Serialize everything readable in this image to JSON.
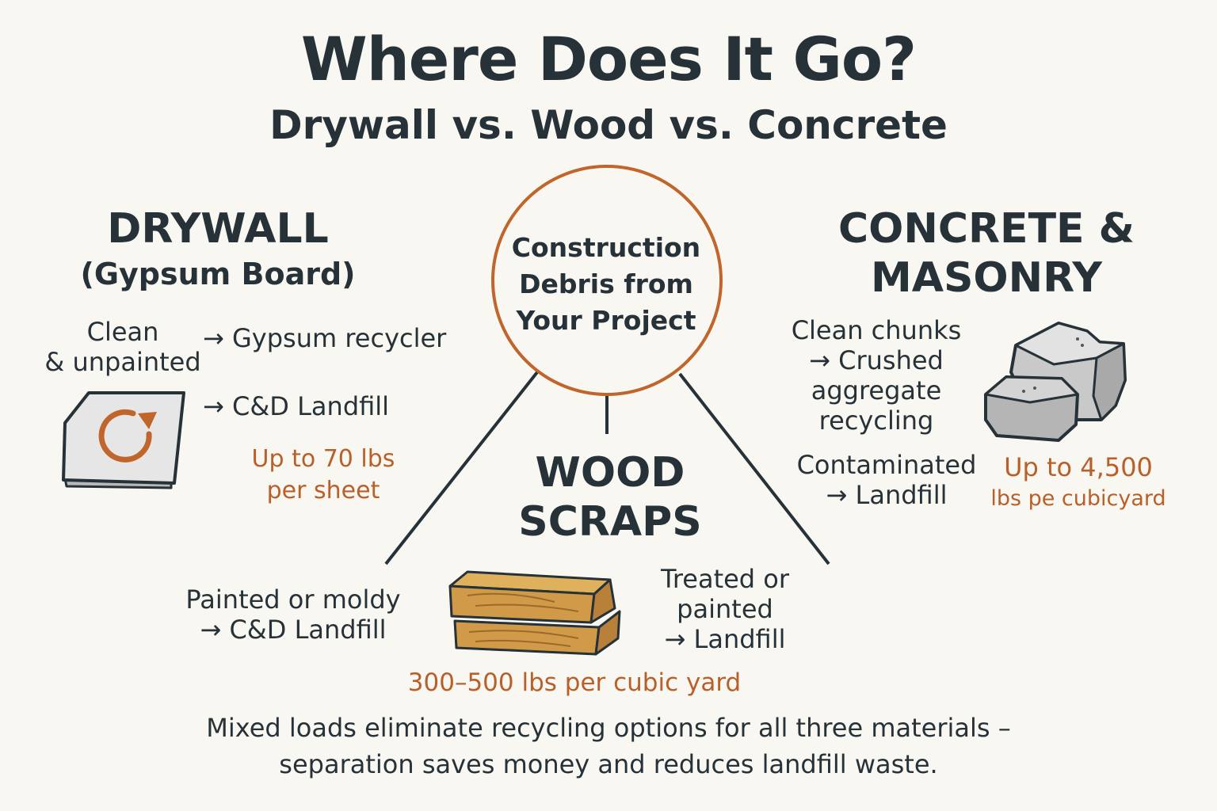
{
  "title": "Where Does It Go?",
  "subtitle": "Drywall vs. Wood vs. Concrete",
  "hub": {
    "line1": "Construction",
    "line2": "Debris from",
    "line3": "Your Project",
    "color": "#c0652b"
  },
  "drywall": {
    "title": "DRYWALL",
    "subtitle": "(Gypsum Board)",
    "clean_line1": "Clean",
    "clean_line2": "& unpainted",
    "clean_dest": "→ Gypsum recycler",
    "landfill_dest": "→ C&D Landfill",
    "weight_line1": "Up to 70 lbs",
    "weight_line2": "per sheet",
    "painted_line1": "Painted or moldy",
    "painted_line2": "→ C&D Landfill",
    "icon": "recycle-arrow-icon"
  },
  "wood": {
    "title_line1": "WOOD",
    "title_line2": "SCRAPS",
    "treated_line1": "Treated or",
    "treated_line2": "painted",
    "treated_line3": "→ Landfill",
    "weight": "300–500 lbs per cubic yard",
    "icon": "lumber-icon"
  },
  "concrete": {
    "title_line1": "CONCRETE &",
    "title_line2": "MASONRY",
    "clean_line1": "Clean chunks",
    "clean_line2": "→ Crushed",
    "clean_line3": "aggregate",
    "clean_line4": "recycling",
    "contam_line1": "Contaminated",
    "contam_line2": "→ Landfill",
    "weight_line1": "Up to 4,500",
    "weight_line2": "lbs pe cubicyard",
    "icon": "concrete-block-icon"
  },
  "footer": {
    "line1": "Mixed loads eliminate recycling options for all three materials –",
    "line2": "separation saves money and reduces landfill waste."
  },
  "colors": {
    "background": "#f8f7f2",
    "text": "#263238",
    "accent": "#b9602a"
  }
}
